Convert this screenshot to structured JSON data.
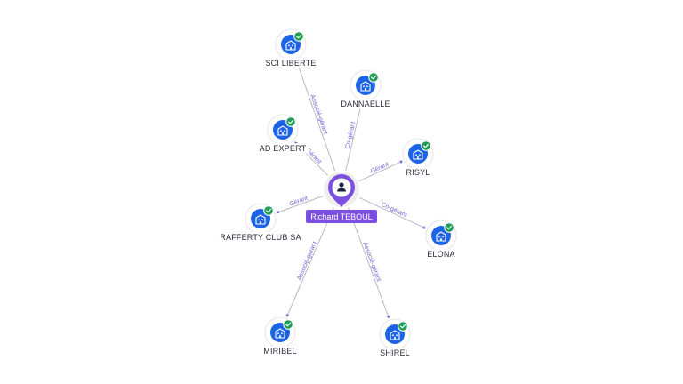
{
  "center": {
    "name": "Richard TEBOUL",
    "icon": "person-icon",
    "color": "#7b4fe0"
  },
  "colors": {
    "node": "#1c63e6",
    "check": "#1f9d55",
    "edge_label": "#6f64d8"
  },
  "companies": [
    {
      "id": "sci-liberte",
      "name": "SCI LIBERTE",
      "relation": "Associé-gérant",
      "icon": "building-icon",
      "verified": true
    },
    {
      "id": "dannaelle",
      "name": "DANNAELLE",
      "relation": "Co-gérant",
      "icon": "building-icon",
      "verified": true
    },
    {
      "id": "ad-expert",
      "name": "AD EXPERT",
      "relation": "Gérant",
      "icon": "building-icon",
      "verified": true
    },
    {
      "id": "risyl",
      "name": "RISYL",
      "relation": "Gérant",
      "icon": "building-icon",
      "verified": true
    },
    {
      "id": "rafferty-club-sa",
      "name": "RAFFERTY CLUB SA",
      "relation": "Gérant",
      "icon": "building-icon",
      "verified": true
    },
    {
      "id": "elona",
      "name": "ELONA",
      "relation": "Co-gérant",
      "icon": "building-icon",
      "verified": true
    },
    {
      "id": "miribel",
      "name": "MIRIBEL",
      "relation": "Associé-gérant",
      "icon": "building-icon",
      "verified": true
    },
    {
      "id": "shirel",
      "name": "SHIREL",
      "relation": "Associé-gérant",
      "icon": "building-icon",
      "verified": true
    }
  ]
}
